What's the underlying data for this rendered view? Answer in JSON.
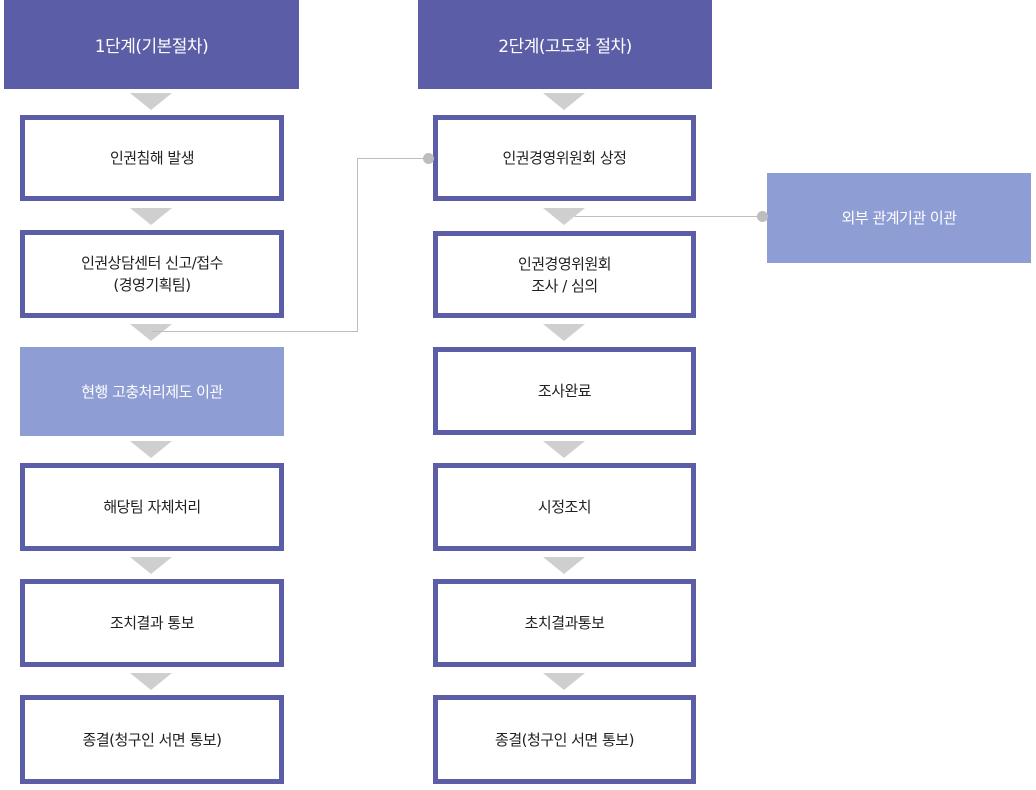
{
  "stage1": {
    "header": "1단계(기본절차)",
    "steps": {
      "occurrence": "인권침해 발생",
      "report_line1": "인권상담센터 신고/접수",
      "report_line2": "(경영기획팀)",
      "transfer_existing": "현행 고충처리제도 이관",
      "self_handling": "해당팀 자체처리",
      "notify_result": "조치결과 통보",
      "close": "종결(청구인 서면 통보)"
    }
  },
  "stage2": {
    "header": "2단계(고도화 절차)",
    "steps": {
      "committee_agenda": "인권경영위원회 상정",
      "committee_review_line1": "인권경영위원회",
      "committee_review_line2": "조사 / 심의",
      "investigation_done": "조사완료",
      "corrective_action": "시정조치",
      "notify_result": "초치결과통보",
      "close": "종결(청구인 서면 통보)"
    }
  },
  "external": {
    "transfer_external": "외부 관계기관 이관"
  },
  "colors": {
    "header": "#5b5ea6",
    "border": "#5b5ea6",
    "light_box": "#8e9dd4",
    "arrow": "#cfcfcf",
    "connector": "#bdbdbd"
  }
}
